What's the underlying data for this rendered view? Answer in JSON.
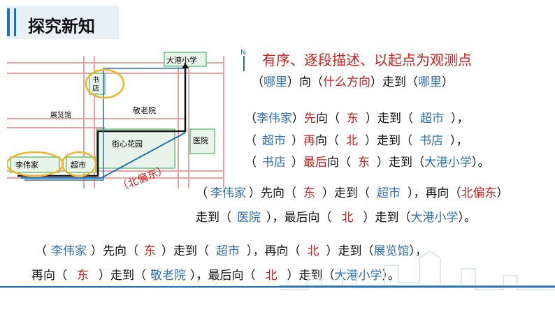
{
  "header": {
    "title": "探究新知"
  },
  "map": {
    "labels": {
      "dagang": "大港小学",
      "shudian": "书店",
      "zhanlanguan": "展览馆",
      "jinglaoyuan": "敬老院",
      "jiexin": "街心花园",
      "yiyuan": "医院",
      "liweijia": "李伟家",
      "chaoshi": "超市"
    },
    "north": "N",
    "direction_note": "（北偏东）"
  },
  "heading": "有序、逐段描述、以起点为观测点",
  "template": {
    "p1": "（",
    "where1": "哪里",
    "p2": "）向（",
    "dir": "什么方向",
    "p3": "）走到（",
    "where2": "哪里",
    "p4": "）"
  },
  "route1": {
    "l1": [
      "（",
      "李伟家",
      "）",
      "先",
      "向（",
      "东",
      "）走到（",
      "超市",
      "），"
    ],
    "l2": [
      "（",
      "超市",
      "）",
      "再",
      "向（",
      "北",
      "）走到（",
      "书店",
      "），"
    ],
    "l3": [
      "（",
      "书店",
      "）",
      "最后",
      "向（",
      "东",
      "）走到（",
      "大港小学",
      "）。"
    ]
  },
  "route2": {
    "l1": [
      "（",
      "李伟家",
      "）先向（",
      "东",
      "）走到（",
      "超市",
      "），再向（",
      "北偏东",
      "）"
    ],
    "l2": [
      "走到（",
      "医院",
      "），最后向（",
      "北",
      "）走到（",
      "大港小学",
      "）。"
    ]
  },
  "route3": {
    "l1": [
      "（",
      "李伟家",
      "）先向（",
      "东",
      "）走到（",
      "超市",
      "），再向（",
      "北",
      "）走到（",
      "展览馆",
      "），"
    ],
    "l2": [
      "再向（",
      "东",
      "）走到（",
      "敬老院",
      "），最后向（",
      "北",
      "）走到（",
      "大港小学",
      "）。"
    ]
  },
  "colors": {
    "accent": "#1f6fb8",
    "red": "#d21d1d",
    "blue": "#2f6fb5",
    "road": "#e6a3a3",
    "highlight": "#f0b429"
  }
}
